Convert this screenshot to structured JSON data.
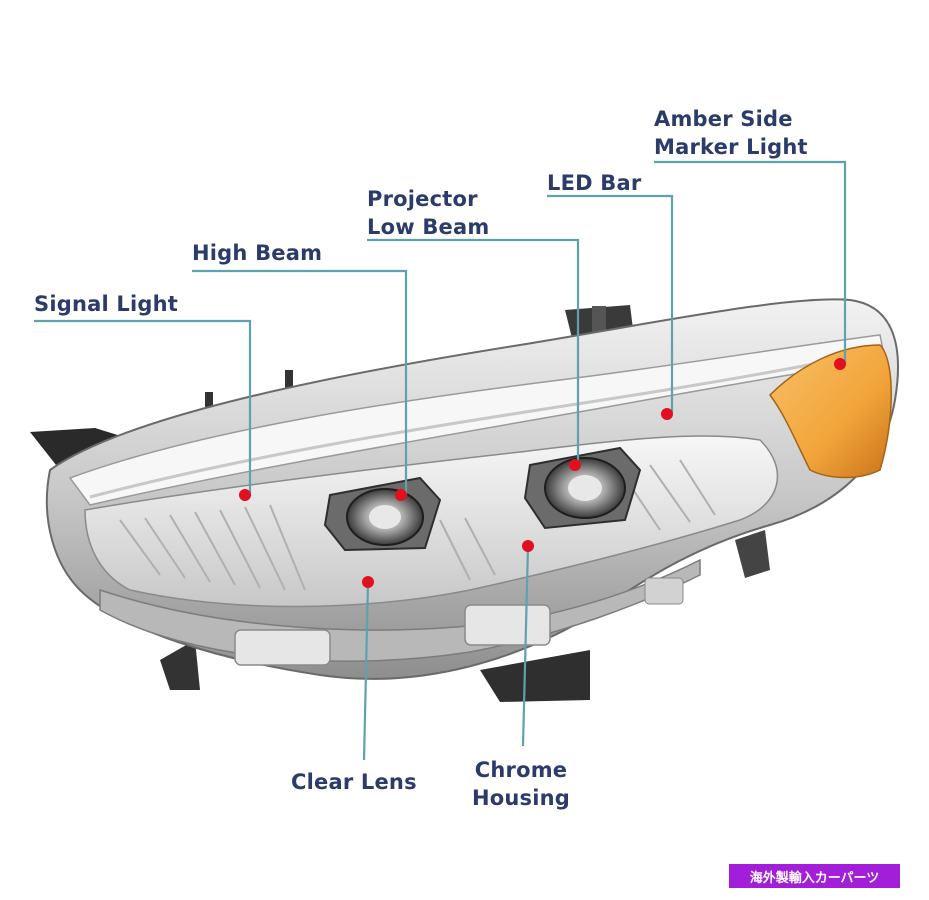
{
  "colors": {
    "label_text": "#2b3b6a",
    "leader_line": "#5fa2ad",
    "marker_dot": "#e01020",
    "amber_lens": "#f2a43a",
    "badge_bg": "#a21ed8",
    "badge_text": "#ffffff"
  },
  "callouts": {
    "signal_light": {
      "label": "Signal Light"
    },
    "high_beam": {
      "label": "High Beam"
    },
    "projector_low_beam": {
      "line1": "Projector",
      "line2": "Low Beam"
    },
    "led_bar": {
      "label": "LED Bar"
    },
    "amber_side_marker": {
      "line1": "Amber Side",
      "line2": "Marker Light"
    },
    "clear_lens": {
      "label": "Clear Lens"
    },
    "chrome_housing": {
      "line1": "Chrome",
      "line2": "Housing"
    }
  },
  "badge": {
    "text": "海外製輸入カーパーツ"
  }
}
